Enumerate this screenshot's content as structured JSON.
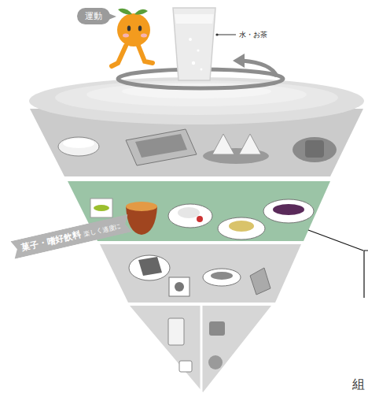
{
  "diagram": {
    "nodes": [
      {
        "text": [
          "運動"
        ]
      },
      {
        "text": [
          "菓子・嗜好飲料",
          "楽しく適度に"
        ]
      }
    ],
    "labels": [
      "水・お茶",
      "組"
    ]
  }
}
